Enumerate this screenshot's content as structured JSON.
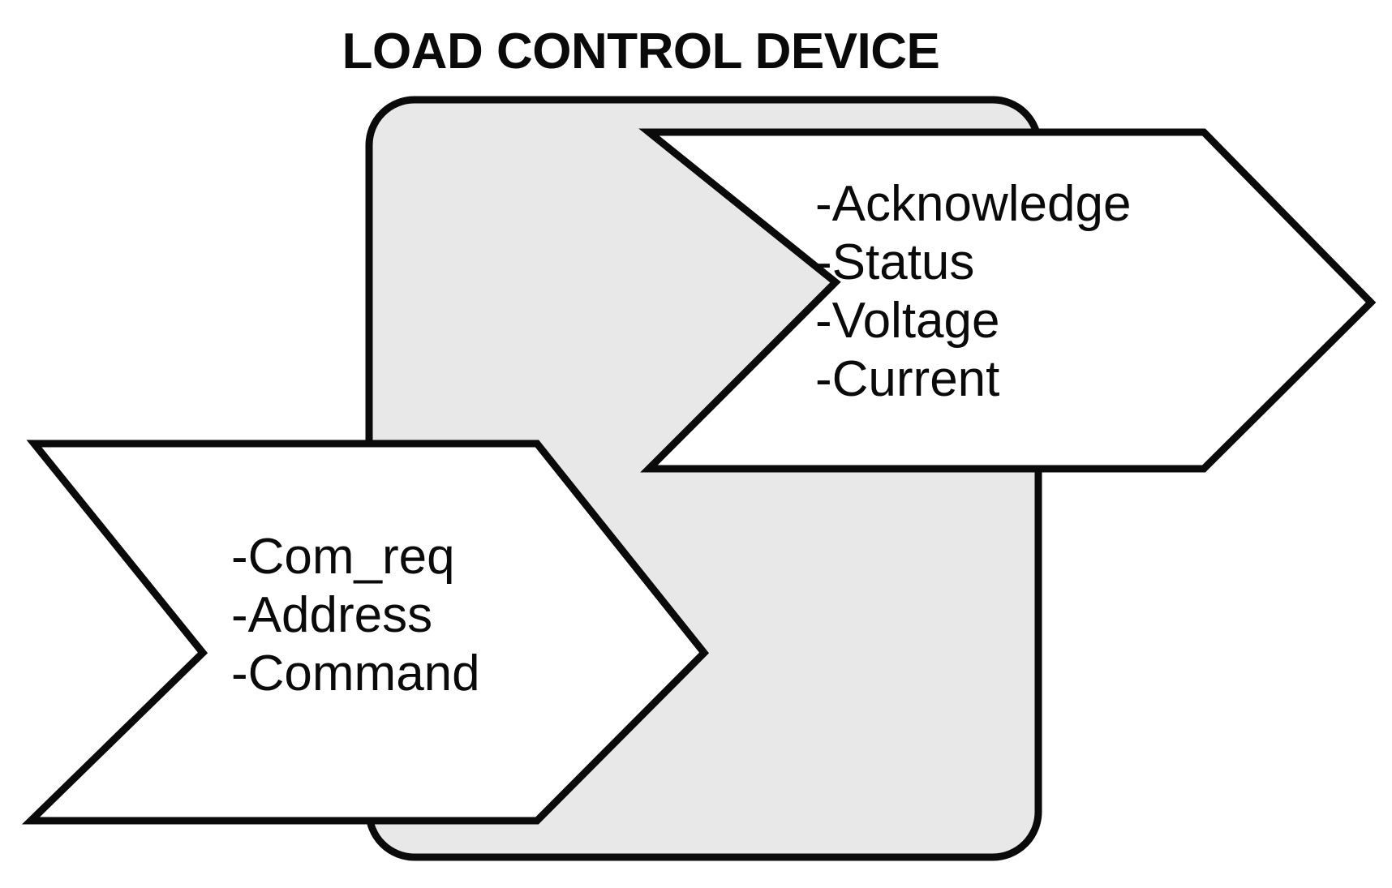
{
  "diagram": {
    "title": "LOAD CONTROL DEVICE",
    "type": "block-diagram",
    "colors": {
      "device_fill": "#e8e8e8",
      "arrow_fill": "#ffffff",
      "outline": "#0a0a0a",
      "background": "#ffffff",
      "text": "#0a0a0a"
    },
    "device_block": {
      "name": "load-control-device",
      "label": "LOAD CONTROL DEVICE",
      "shape": "rounded-rectangle",
      "fill": "#e8e8e8"
    },
    "inputs": {
      "name": "input-signals",
      "shape": "chevron-arrow-right",
      "direction": "into-device",
      "items": [
        {
          "label": "-Com_req"
        },
        {
          "label": "-Address"
        },
        {
          "label": "-Command"
        }
      ]
    },
    "outputs": {
      "name": "output-signals",
      "shape": "chevron-arrow-right",
      "direction": "out-of-device",
      "items": [
        {
          "label": "-Acknowledge"
        },
        {
          "label": "-Status"
        },
        {
          "label": "-Voltage"
        },
        {
          "label": "-Current"
        }
      ]
    }
  }
}
